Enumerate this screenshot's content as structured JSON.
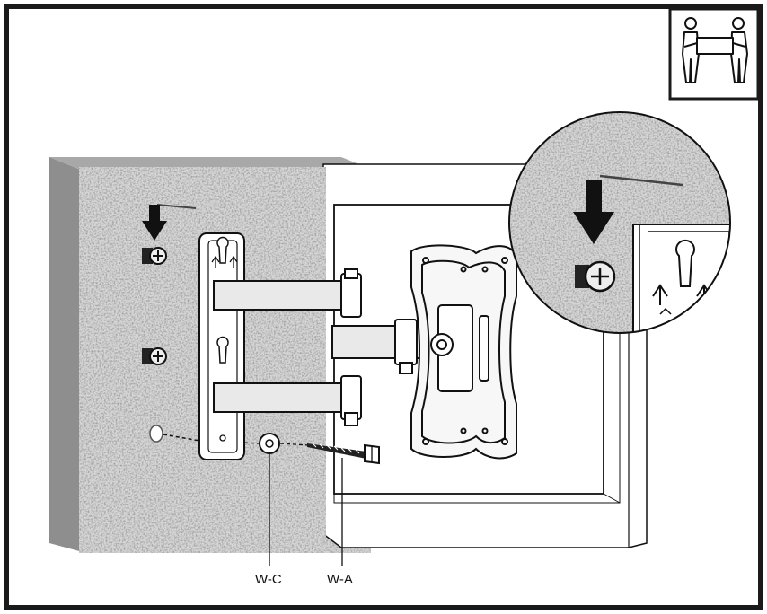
{
  "diagram": {
    "callouts": [
      {
        "id": "wc",
        "label": "W-C"
      },
      {
        "id": "wa",
        "label": "W-A"
      }
    ],
    "icons": [
      "two-person-lift-icon",
      "down-arrow-icon",
      "up-arrow-icon",
      "screw-icon",
      "washer-icon",
      "wall-anchor-icon",
      "magnifier-detail-icon"
    ],
    "colors": {
      "ink": "#111111",
      "frame": "#1a1a1a",
      "wall": "#b5b5b5",
      "wall_side": "#8e8e8e",
      "paper": "#ffffff",
      "arm": "#e9e9e9"
    }
  }
}
